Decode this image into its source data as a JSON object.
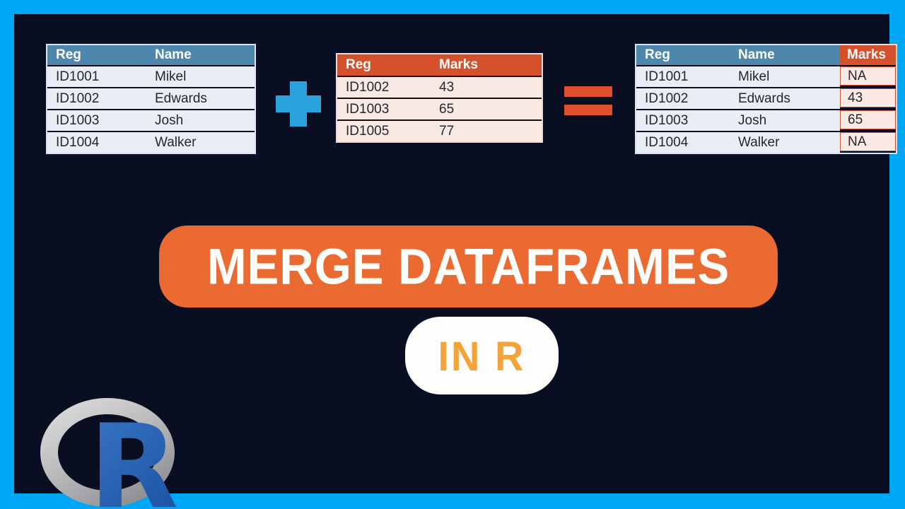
{
  "colors": {
    "frame_blue": "#00a7f6",
    "background_navy": "#0a0e22",
    "header_blue": "#4d87ab",
    "header_orange": "#d5512c",
    "row_blue": "#e9eef6",
    "row_pink": "#f9e9e3",
    "banner_orange": "#ea6a31",
    "pill_amber": "#f2a43a",
    "plus_blue": "#2aa3dd",
    "equals_red": "#df4f2c"
  },
  "tables": {
    "left": {
      "columns": [
        "Reg",
        "Name"
      ],
      "rows": [
        [
          "ID1001",
          "Mikel"
        ],
        [
          "ID1002",
          "Edwards"
        ],
        [
          "ID1003",
          "Josh"
        ],
        [
          "ID1004",
          "Walker"
        ]
      ]
    },
    "middle": {
      "columns": [
        "Reg",
        "Marks"
      ],
      "rows": [
        [
          "ID1002",
          "43"
        ],
        [
          "ID1003",
          "65"
        ],
        [
          "ID1005",
          "77"
        ]
      ]
    },
    "right": {
      "columns": [
        "Reg",
        "Name",
        "Marks"
      ],
      "rows": [
        [
          "ID1001",
          "Mikel",
          "NA"
        ],
        [
          "ID1002",
          "Edwards",
          "43"
        ],
        [
          "ID1003",
          "Josh",
          "65"
        ],
        [
          "ID1004",
          "Walker",
          "NA"
        ]
      ]
    }
  },
  "operators": {
    "plus": "plus-icon",
    "equals": "equals-icon"
  },
  "banner": {
    "title": "MERGE DATAFRAMES",
    "subtitle": "IN R"
  },
  "logo": {
    "letter": "R"
  }
}
